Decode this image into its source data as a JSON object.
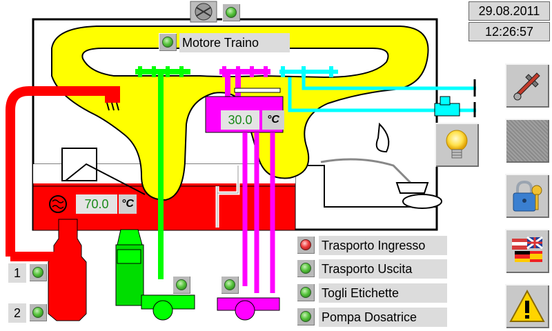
{
  "header": {
    "date": "29.08.2011",
    "time": "12:26:57"
  },
  "motor": {
    "label": "Motore Traino",
    "led": "green"
  },
  "fan": {
    "led": "green"
  },
  "temperatures": {
    "tank2": {
      "value": "30.0",
      "unit": "°C"
    },
    "tank1": {
      "value": "70.0",
      "unit": "°C"
    }
  },
  "pumps": [
    {
      "number": "1",
      "led": "green"
    },
    {
      "number": "2",
      "led": "green"
    }
  ],
  "status_list": [
    {
      "label": "Trasporto Ingresso",
      "led": "red"
    },
    {
      "label": "Trasporto Uscita",
      "led": "green"
    },
    {
      "label": "Togli Etichette",
      "led": "green"
    },
    {
      "label": "Pompa Dosatrice",
      "led": "green"
    }
  ],
  "side_buttons": [
    "tools-icon",
    "empty-pattern",
    "lock-key-icon",
    "flags-icon",
    "warning-icon"
  ],
  "colors": {
    "conveyor": "#ffff00",
    "hot_tank": "#ff0000",
    "green_circuit": "#00ff00",
    "magenta_circuit": "#ff00ff",
    "cyan_circuit": "#00ffff"
  }
}
